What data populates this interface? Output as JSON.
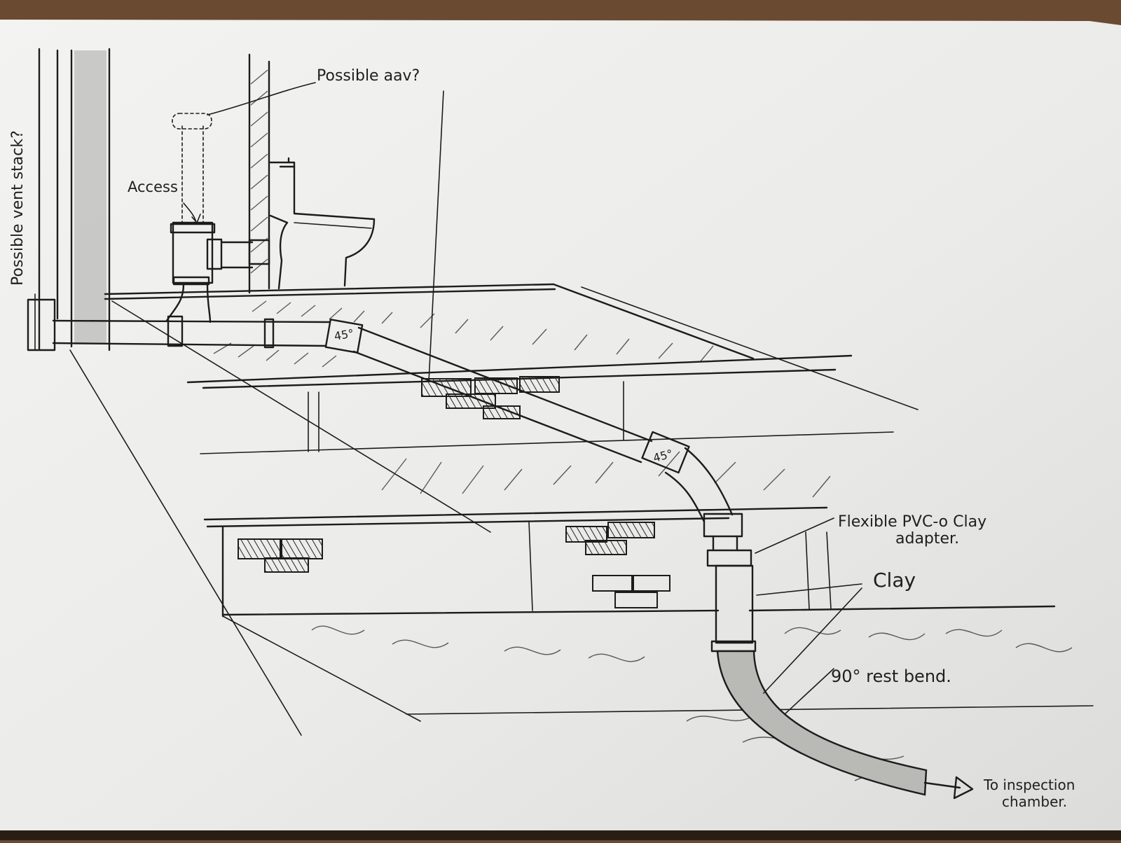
{
  "labels": {
    "vent_stack": "Possible vent stack?",
    "aav": "Possible aav?",
    "access": "Access",
    "angle_upper": "45°",
    "angle_mid": "45°",
    "adapter_line1": "Flexible PVC-o Clay",
    "adapter_line2": "adapter.",
    "clay": "Clay",
    "rest_bend": "90° rest bend.",
    "destination_line1": "To inspection",
    "destination_line2": "chamber."
  },
  "colors": {
    "paper": "#eeeeec",
    "table": "#6b4a32",
    "ink": "#1c1c1c",
    "pencil_shade": "#b9b9b6"
  }
}
